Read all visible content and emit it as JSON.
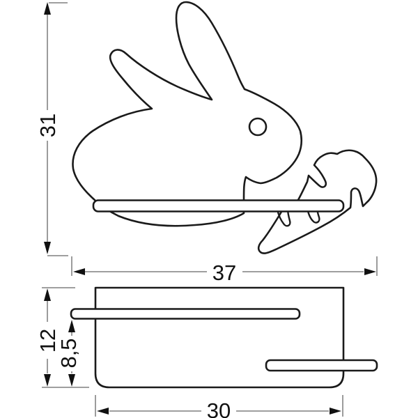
{
  "diagram": {
    "type": "technical-dimension-drawing",
    "subject": "rabbit-shaped wall lamp with shelf and carrot",
    "views": {
      "front_view": "rabbit silhouette with shelf and carrot",
      "side_view": "profile with shelf bar and carrot bar"
    },
    "dimensions": {
      "height_total": "31",
      "width_total": "37",
      "side_height": "12",
      "side_drop": "8,5",
      "side_width": "30"
    },
    "colors": {
      "outline": "#1a1a1a",
      "dimension_line": "#666666",
      "label_text": "#111111",
      "background": "#ffffff"
    }
  }
}
